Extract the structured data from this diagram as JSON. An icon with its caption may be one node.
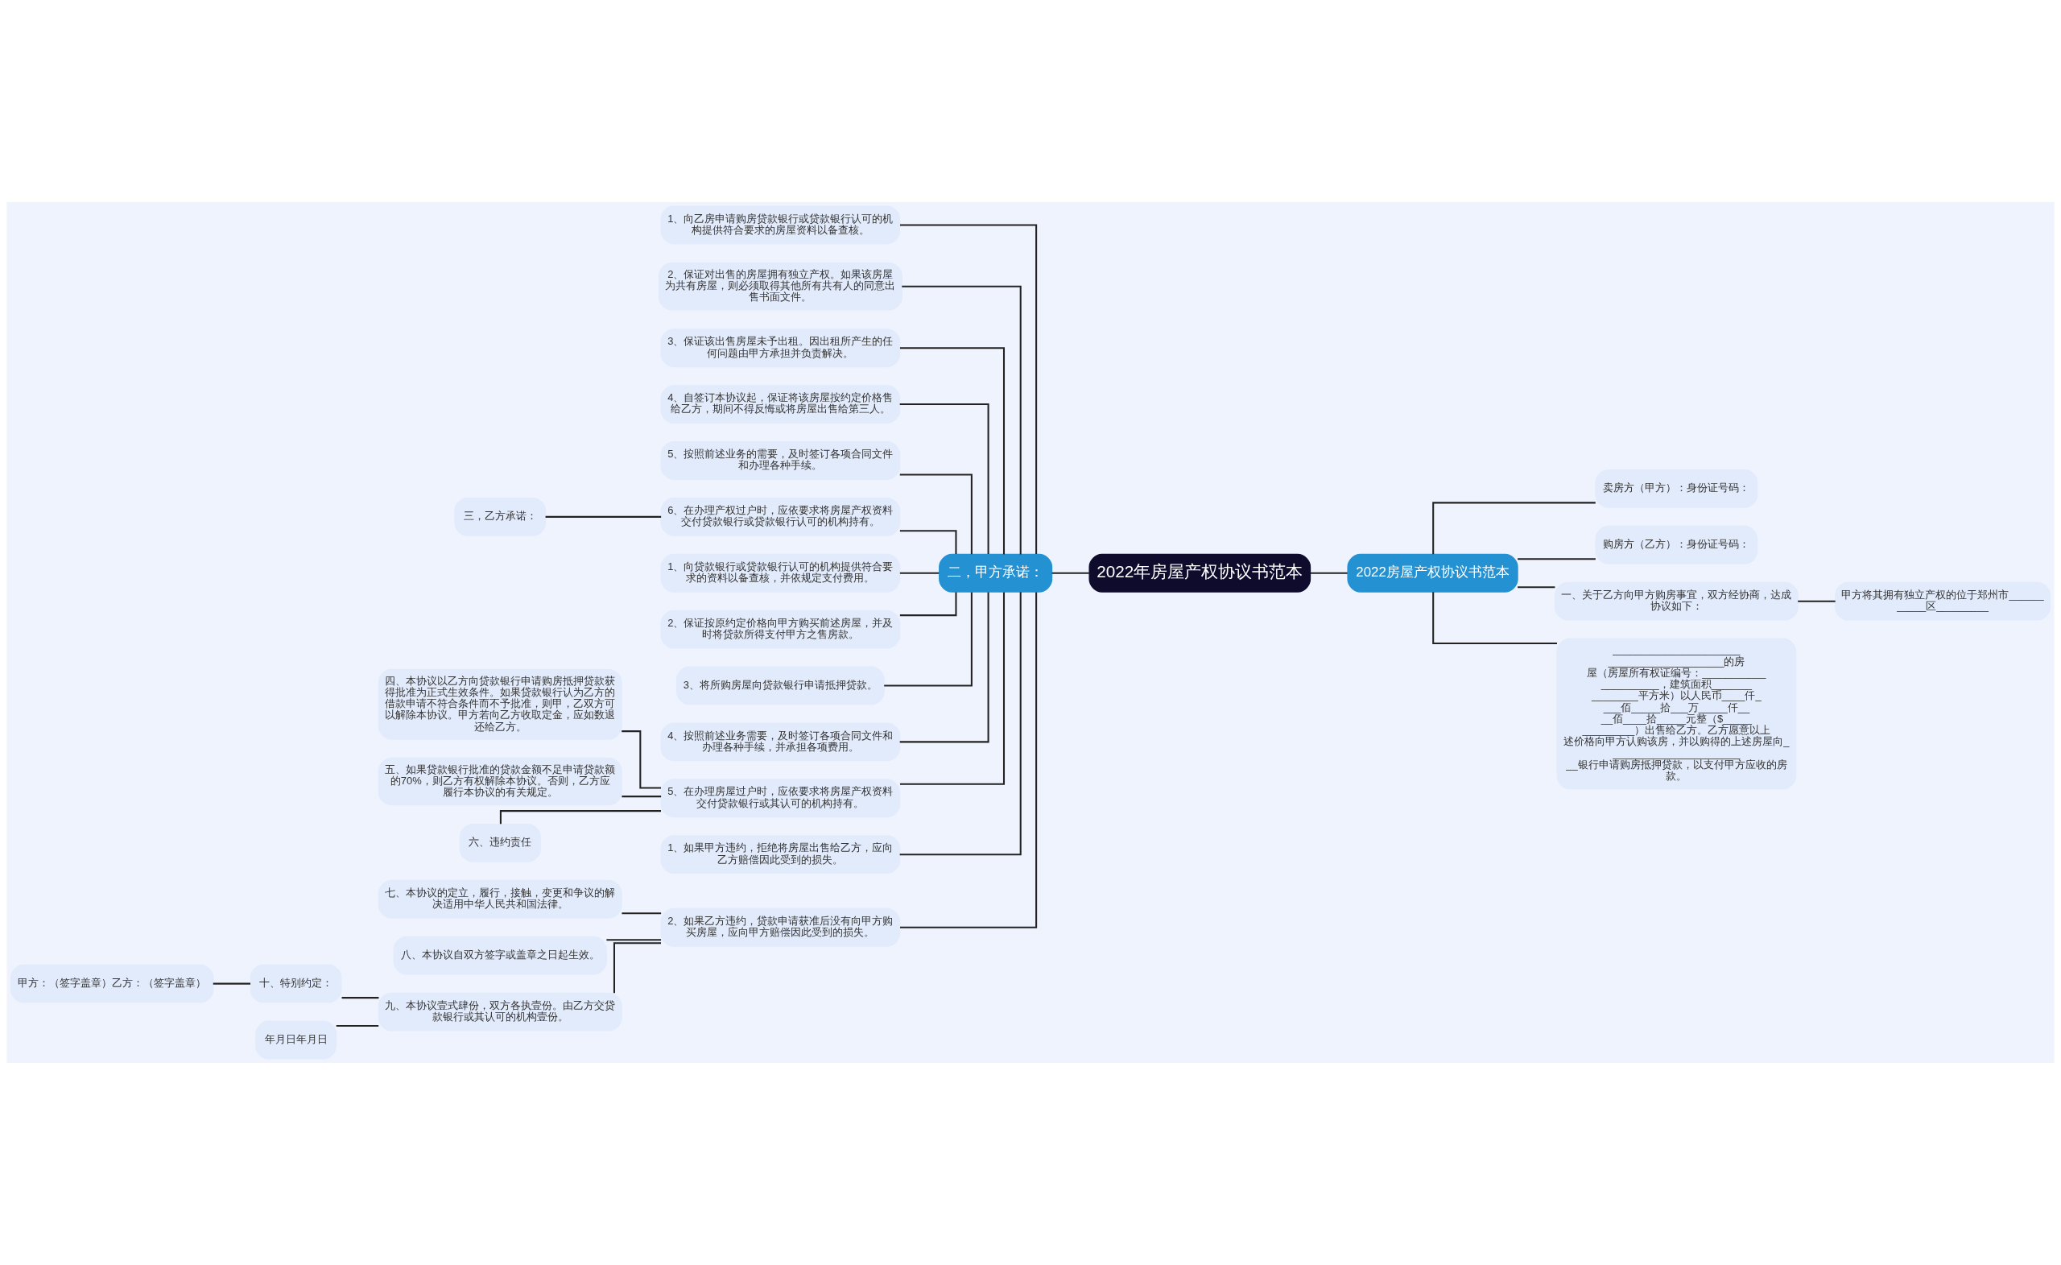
{
  "diagram": {
    "nodes": [
      {
        "text": [
          "2022年房屋产权协议书范本"
        ]
      },
      {
        "text": [
          "二，甲方承诺："
        ]
      },
      {
        "text": [
          "1、向乙房申请购房贷款银行或贷款银行认可的机构提供符合要求的房屋资料以备查核。"
        ]
      },
      {
        "text": [
          "2、保证对出售的房屋拥有独立产权。如果该房屋为共有房屋，则必须取得其他所有共有人的同意出售书面文件。"
        ]
      },
      {
        "text": [
          "3、保证该出售房屋未予出租。因出租所产生的任何问题由甲方承担并负责解决。"
        ]
      },
      {
        "text": [
          "4、自签订本协议起，保证将该房屋按约定价格售给乙方，期间不得反悔或将房屋出售给第三人。"
        ]
      },
      {
        "text": [
          "5、按照前述业务的需要，及时签订各项合同文件和办理各种手续。"
        ]
      },
      {
        "text": [
          "6、在办理产权过户时，应依要求将房屋产权资料交付贷款银行或贷款银行认可的机构持有。"
        ]
      },
      {
        "text": [
          "三，乙方承诺："
        ]
      },
      {
        "text": [
          "1、向贷款银行或贷款银行认可的机构提供符合要求的资料以备查核，并依规定支付费用。"
        ]
      },
      {
        "text": [
          "2、保证按原约定价格向甲方购买前述房屋，并及时将贷款所得支付甲方之售房款。"
        ]
      },
      {
        "text": [
          "3、将所购房屋向贷款银行申请抵押贷款。"
        ]
      },
      {
        "text": [
          "4、按照前述业务需要，及时签订各项合同文件和办理各种手续，并承担各项费用。"
        ]
      },
      {
        "text": [
          "5、在办理房屋过户时，应依要求将房屋产权资料交付贷款银行或其认可的机构持有。"
        ]
      },
      {
        "text": [
          "四、本协议以乙方向贷款银行申请购房抵押贷款获得批准为正式生效条件。如果贷款银行认为乙方的借款申请不符合条件而不予批准，则甲，乙双方可以解除本协议。甲方若向乙方收取定金，应如数退还给乙方。"
        ]
      },
      {
        "text": [
          "五、如果贷款银行批准的贷款金额不足申请贷款额的70%，则乙方有权解除本协议。否则，乙方应履行本协议的有关规定。"
        ]
      },
      {
        "text": [
          "六、违约责任"
        ]
      },
      {
        "text": [
          "1、如果甲方违约，拒绝将房屋出售给乙方，应向乙方赔偿因此受到的损失。"
        ]
      },
      {
        "text": [
          "2、如果乙方违约，贷款申请获准后没有向甲方购买房屋，应向甲方赔偿因此受到的损失。"
        ]
      },
      {
        "text": [
          "七、本协议的定立，履行，接触，变更和争议的解决适用中华人民共和国法律。"
        ]
      },
      {
        "text": [
          "八、本协议自双方签字或盖章之日起生效。"
        ]
      },
      {
        "text": [
          "九、本协议壹式肆份，双方各执壹份。由乙方交贷款银行或其认可的机构壹份。"
        ]
      },
      {
        "text": [
          "十、特别约定："
        ]
      },
      {
        "text": [
          "甲方：（签字盖章）乙方：（签字盖章）"
        ]
      },
      {
        "text": [
          "年月日年月日"
        ]
      },
      {
        "text": [
          "2022房屋产权协议书范本"
        ]
      },
      {
        "text": [
          "卖房方（甲方）：身份证号码："
        ]
      },
      {
        "text": [
          "购房方（乙方）：身份证号码："
        ]
      },
      {
        "text": [
          "一、关于乙方向甲方购房事宜，双方经协商，达成协议如下："
        ]
      },
      {
        "text": [
          "甲方将其拥有独立产权的位于郑州市___________区_________"
        ]
      },
      {
        "text": [
          "__________________________________________的房屋（房屋所有权证编号：_____________________，建筑面积_______________平方米）以人民币____仟____佰_____拾___万_____仟____佰____拾_____元整（$______________）出售给乙方。乙方愿意以上述价格向甲方认购该房，并以购得的上述房屋向_________________________银行申请购房抵押贷款，以支付甲方应收的房款。"
        ]
      }
    ],
    "edges": [
      {
        "from": 0,
        "to": 1,
        "arrow": "none"
      },
      {
        "from": 1,
        "to": 2,
        "arrow": "none"
      },
      {
        "from": 1,
        "to": 3,
        "arrow": "none"
      },
      {
        "from": 1,
        "to": 4,
        "arrow": "none"
      },
      {
        "from": 1,
        "to": 5,
        "arrow": "none"
      },
      {
        "from": 1,
        "to": 6,
        "arrow": "none"
      },
      {
        "from": 1,
        "to": 7,
        "arrow": "none"
      },
      {
        "from": 7,
        "to": 8,
        "arrow": "none"
      },
      {
        "from": 1,
        "to": 9,
        "arrow": "none"
      },
      {
        "from": 1,
        "to": 10,
        "arrow": "none"
      },
      {
        "from": 1,
        "to": 11,
        "arrow": "none"
      },
      {
        "from": 1,
        "to": 12,
        "arrow": "none"
      },
      {
        "from": 1,
        "to": 13,
        "arrow": "none"
      },
      {
        "from": 13,
        "to": 14,
        "arrow": "none"
      },
      {
        "from": 13,
        "to": 15,
        "arrow": "none"
      },
      {
        "from": 13,
        "to": 16,
        "arrow": "none"
      },
      {
        "from": 1,
        "to": 17,
        "arrow": "none"
      },
      {
        "from": 1,
        "to": 18,
        "arrow": "none"
      },
      {
        "from": 18,
        "to": 19,
        "arrow": "none"
      },
      {
        "from": 18,
        "to": 20,
        "arrow": "none"
      },
      {
        "from": 18,
        "to": 21,
        "arrow": "none"
      },
      {
        "from": 21,
        "to": 22,
        "arrow": "none"
      },
      {
        "from": 22,
        "to": 23,
        "arrow": "none"
      },
      {
        "from": 21,
        "to": 24,
        "arrow": "none"
      },
      {
        "from": 0,
        "to": 25,
        "arrow": "none"
      },
      {
        "from": 25,
        "to": 26,
        "arrow": "none"
      },
      {
        "from": 25,
        "to": 27,
        "arrow": "none"
      },
      {
        "from": 25,
        "to": 28,
        "arrow": "none"
      },
      {
        "from": 28,
        "to": 29,
        "arrow": "none"
      },
      {
        "from": 25,
        "to": 30,
        "arrow": "none"
      }
    ]
  }
}
